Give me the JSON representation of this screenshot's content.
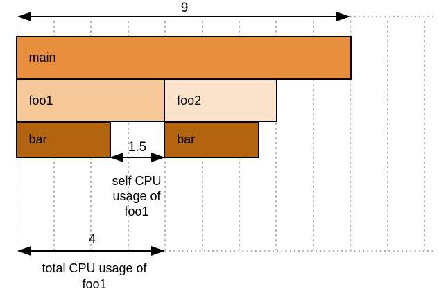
{
  "canvas": {
    "background": "#ffffff",
    "grid_color": "#b5b5b5",
    "dotted_line_color": "#a9a9a9",
    "frame_border_color": "#000000",
    "text_color": "#000000"
  },
  "chart_data": {
    "type": "flame-graph",
    "title": "",
    "orientation": "icicle-root-on-top",
    "unit": "CPU time units",
    "total_span_units": 9,
    "grid": {
      "style": "dashed-vertical",
      "unit_lines_from": 0,
      "unit_lines_to": 11,
      "on": true
    },
    "frames": [
      {
        "name": "main",
        "depth": 0,
        "start": 0,
        "end": 9,
        "color": "#e78f3d"
      },
      {
        "name": "foo1",
        "depth": 1,
        "start": 0,
        "end": 4,
        "color": "#f8c998"
      },
      {
        "name": "foo2",
        "depth": 1,
        "start": 4,
        "end": 7,
        "color": "#fbe3cb"
      },
      {
        "name": "bar",
        "depth": 2,
        "start": 0,
        "end": 2.5,
        "color": "#b2650e"
      },
      {
        "name": "bar",
        "depth": 2,
        "start": 4,
        "end": 6.5,
        "color": "#b2650e"
      }
    ],
    "measurements": [
      {
        "id": "total-width",
        "label": "9",
        "from": 0,
        "to": 9,
        "caption": "",
        "dotted_extension_to_right_edge": true
      },
      {
        "id": "self-cpu",
        "label": "1.5",
        "from": 2.5,
        "to": 4,
        "caption": "self CPU usage of foo1",
        "dotted_extension_to_right_edge": false
      },
      {
        "id": "total-cpu",
        "label": "4",
        "from": 0,
        "to": 4,
        "caption": "total CPU usage of foo1",
        "dotted_extension_to_right_edge": true
      }
    ]
  }
}
